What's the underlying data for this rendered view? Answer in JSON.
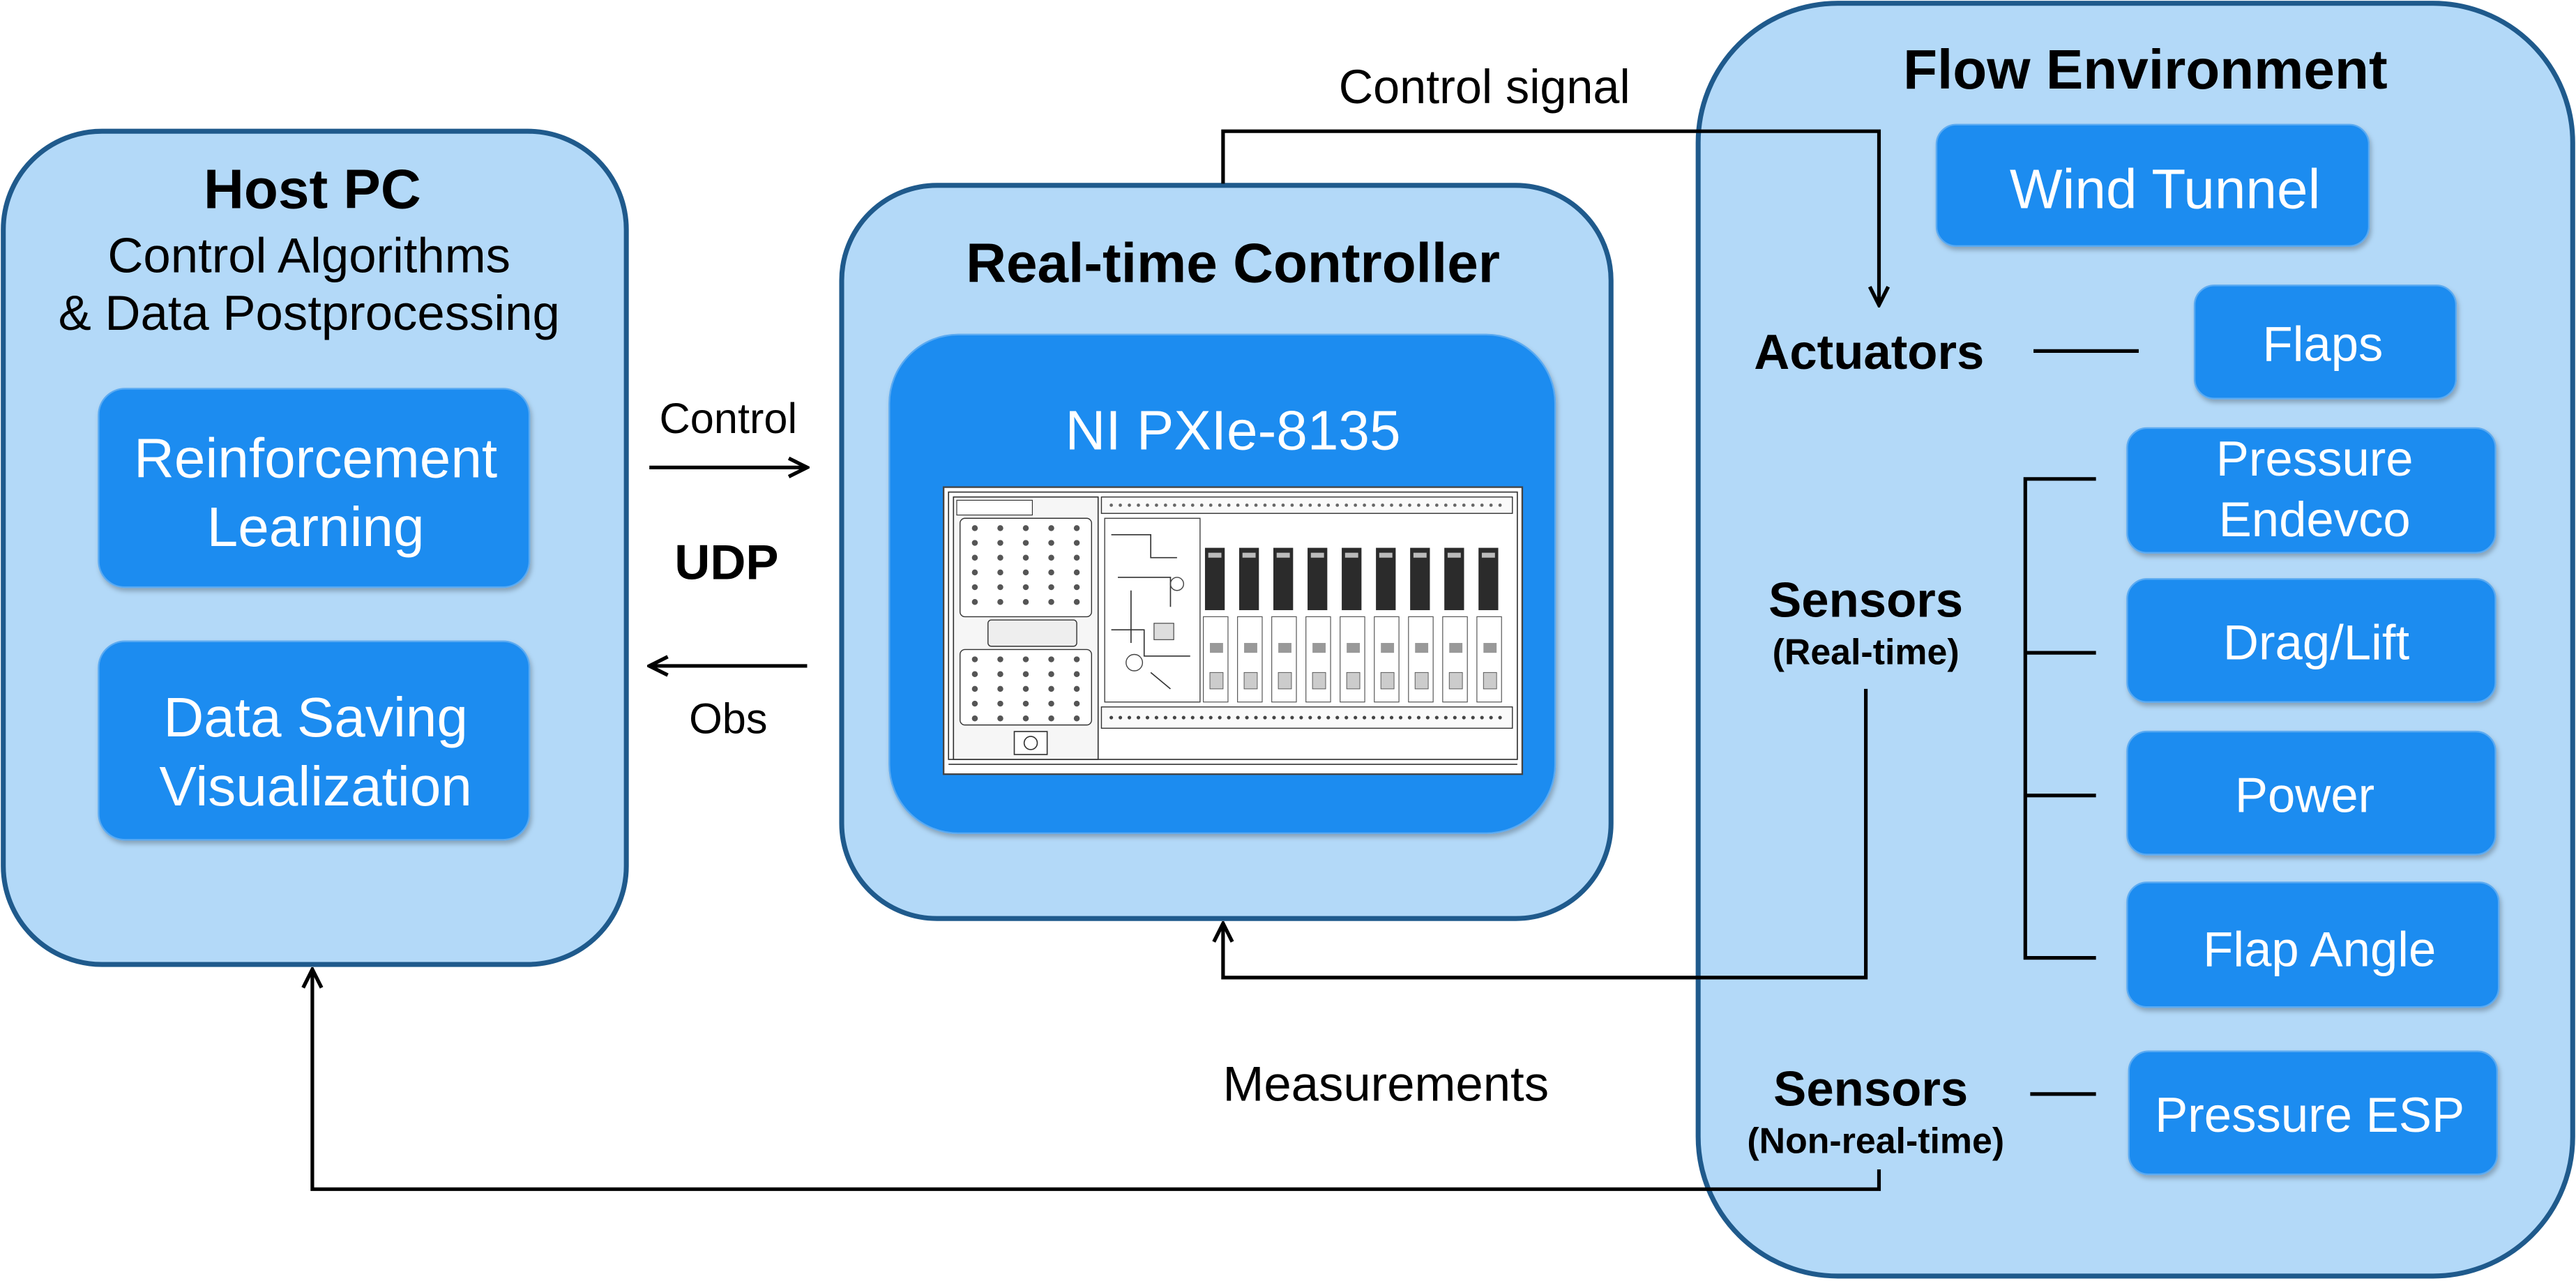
{
  "colors": {
    "panel_fill": "#b3d9f8",
    "panel_stroke": "#1f5a8c",
    "block_fill": "#1a8cf0",
    "block_text": "#ffffff",
    "line": "#000000"
  },
  "host_pc": {
    "title": "Host PC",
    "subtitle_line1": "Control Algorithms",
    "subtitle_line2": "& Data Postprocessing",
    "blocks": [
      {
        "line1": "Reinforcement",
        "line2": "Learning"
      },
      {
        "line1": "Data Saving",
        "line2": "Visualization"
      }
    ]
  },
  "udp_link": {
    "control_label": "Control",
    "protocol_label": "UDP",
    "obs_label": "Obs"
  },
  "controller": {
    "title": "Real-time Controller",
    "device_label": "NI PXIe-8135"
  },
  "signals": {
    "control_signal_label": "Control signal",
    "measurements_label": "Measurements"
  },
  "flow_environment": {
    "title": "Flow Environment",
    "wind_tunnel": "Wind Tunnel",
    "actuators_label": "Actuators",
    "actuators": [
      "Flaps"
    ],
    "sensors_realtime": {
      "label": "Sensors",
      "sublabel": "(Real-time)",
      "items": [
        {
          "line1": "Pressure",
          "line2": "Endevco"
        },
        {
          "line1": "Drag/Lift"
        },
        {
          "line1": "Power"
        },
        {
          "line1": "Flap Angle"
        }
      ]
    },
    "sensors_nonrealtime": {
      "label": "Sensors",
      "sublabel": "(Non-real-time)",
      "items": [
        "Pressure ESP"
      ]
    }
  }
}
